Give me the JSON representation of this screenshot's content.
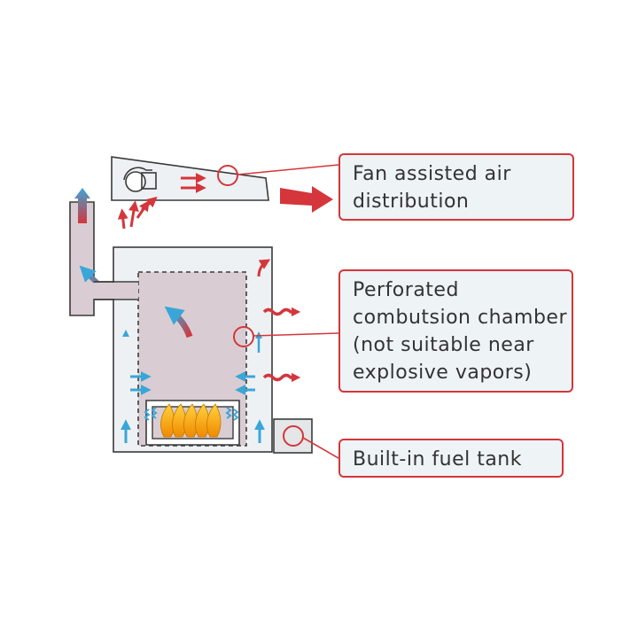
{
  "callouts": {
    "fan": [
      "Fan assisted air",
      "distribution"
    ],
    "chamber": [
      "Perforated",
      "combutsion chamber",
      "(not suitable near",
      "explosive vapors)"
    ],
    "tank": [
      "Built-in fuel tank"
    ]
  },
  "colors": {
    "accent_red": "#d4363b",
    "hot_air_blue": "#3aa6d8",
    "chamber_fill": "#d9cdd3",
    "housing_fill": "#eef1f3",
    "outline": "#3a3a3a",
    "flame": "#f4b400"
  }
}
